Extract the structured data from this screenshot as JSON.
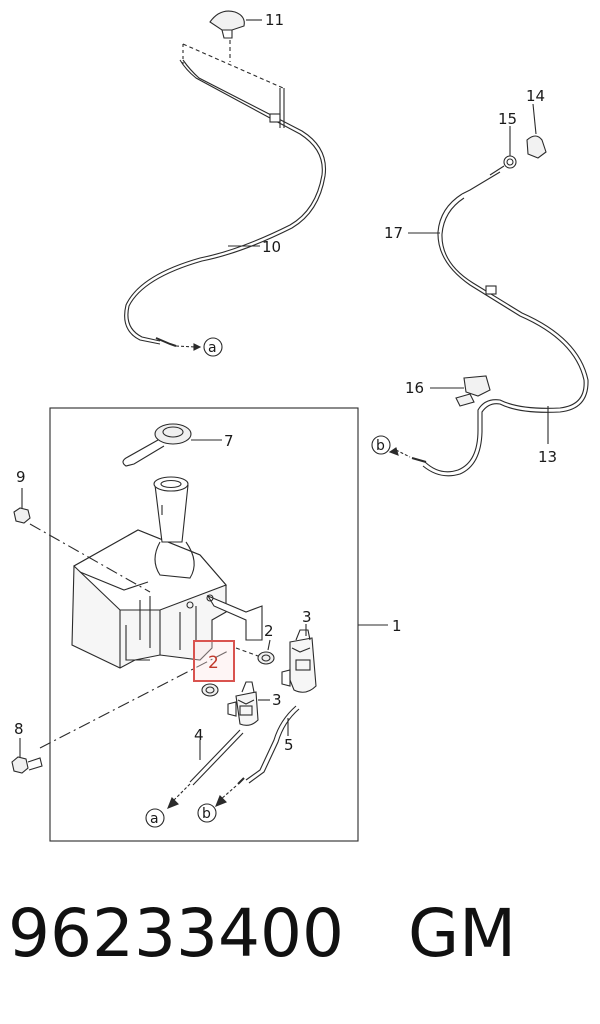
{
  "callouts": {
    "c1": "1",
    "c2a": "2",
    "c2b": "2",
    "c3a": "3",
    "c3b": "3",
    "c4": "4",
    "c5": "5",
    "c7": "7",
    "c8": "8",
    "c9": "9",
    "c10": "10",
    "c11": "11",
    "c13": "13",
    "c14": "14",
    "c15": "15",
    "c16": "16",
    "c17": "17"
  },
  "connectors": {
    "a1": "a",
    "a2": "a",
    "b1": "b",
    "b2": "b"
  },
  "footer": {
    "part_number": "96233400",
    "brand": "GM"
  },
  "colors": {
    "line": "#2b2b2b",
    "highlight": "#d9534f",
    "highlight_fill": "#fbe3e3"
  }
}
